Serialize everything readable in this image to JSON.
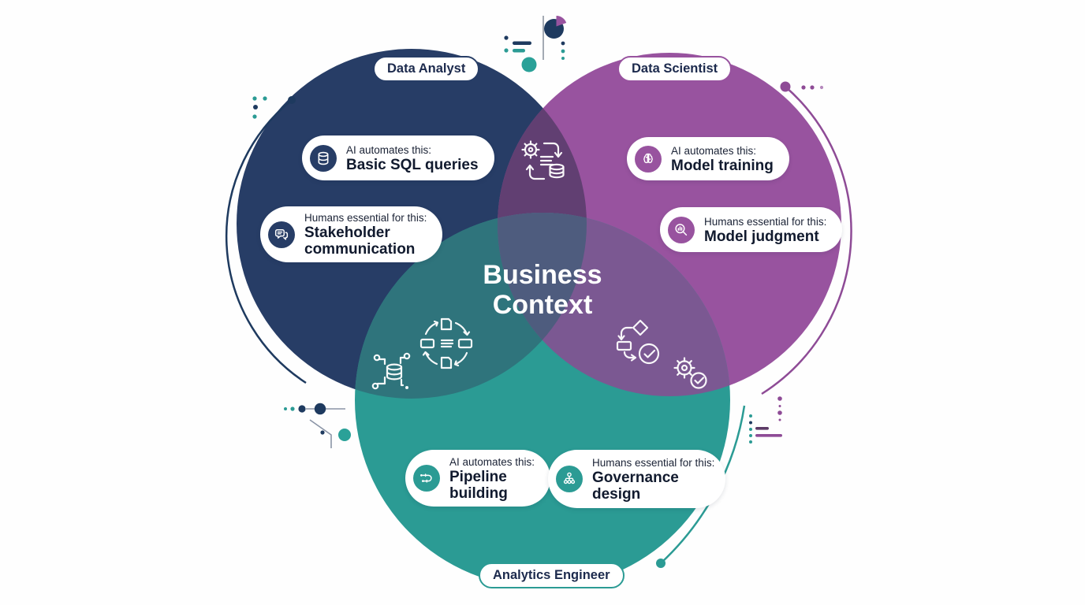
{
  "diagram": {
    "center_line1": "Business",
    "center_line2": "Context"
  },
  "roles": [
    {
      "name": "Data Analyst",
      "ai_prefix": "AI automates this:",
      "ai_label": "Basic SQL queries",
      "human_prefix": "Humans essential for this:",
      "human_label": "Stakeholder communication"
    },
    {
      "name": "Data Scientist",
      "ai_prefix": "AI automates this:",
      "ai_label": "Model training",
      "human_prefix": "Humans essential for this:",
      "human_label": "Model judgment"
    },
    {
      "name": "Analytics Engineer",
      "ai_prefix": "AI automates this:",
      "ai_label": "Pipeline building",
      "human_prefix": "Humans essential for this:",
      "human_label": "Governance design"
    }
  ],
  "colors": {
    "analyst": "#273d66",
    "scientist": "#98539f",
    "engineer": "#2b9b94",
    "analyst_scientist_overlap": "#613f72",
    "analyst_engineer_overlap": "#2f747c",
    "scientist_engineer_overlap": "#7b5892",
    "center_overlap": "#4e5c7e"
  }
}
